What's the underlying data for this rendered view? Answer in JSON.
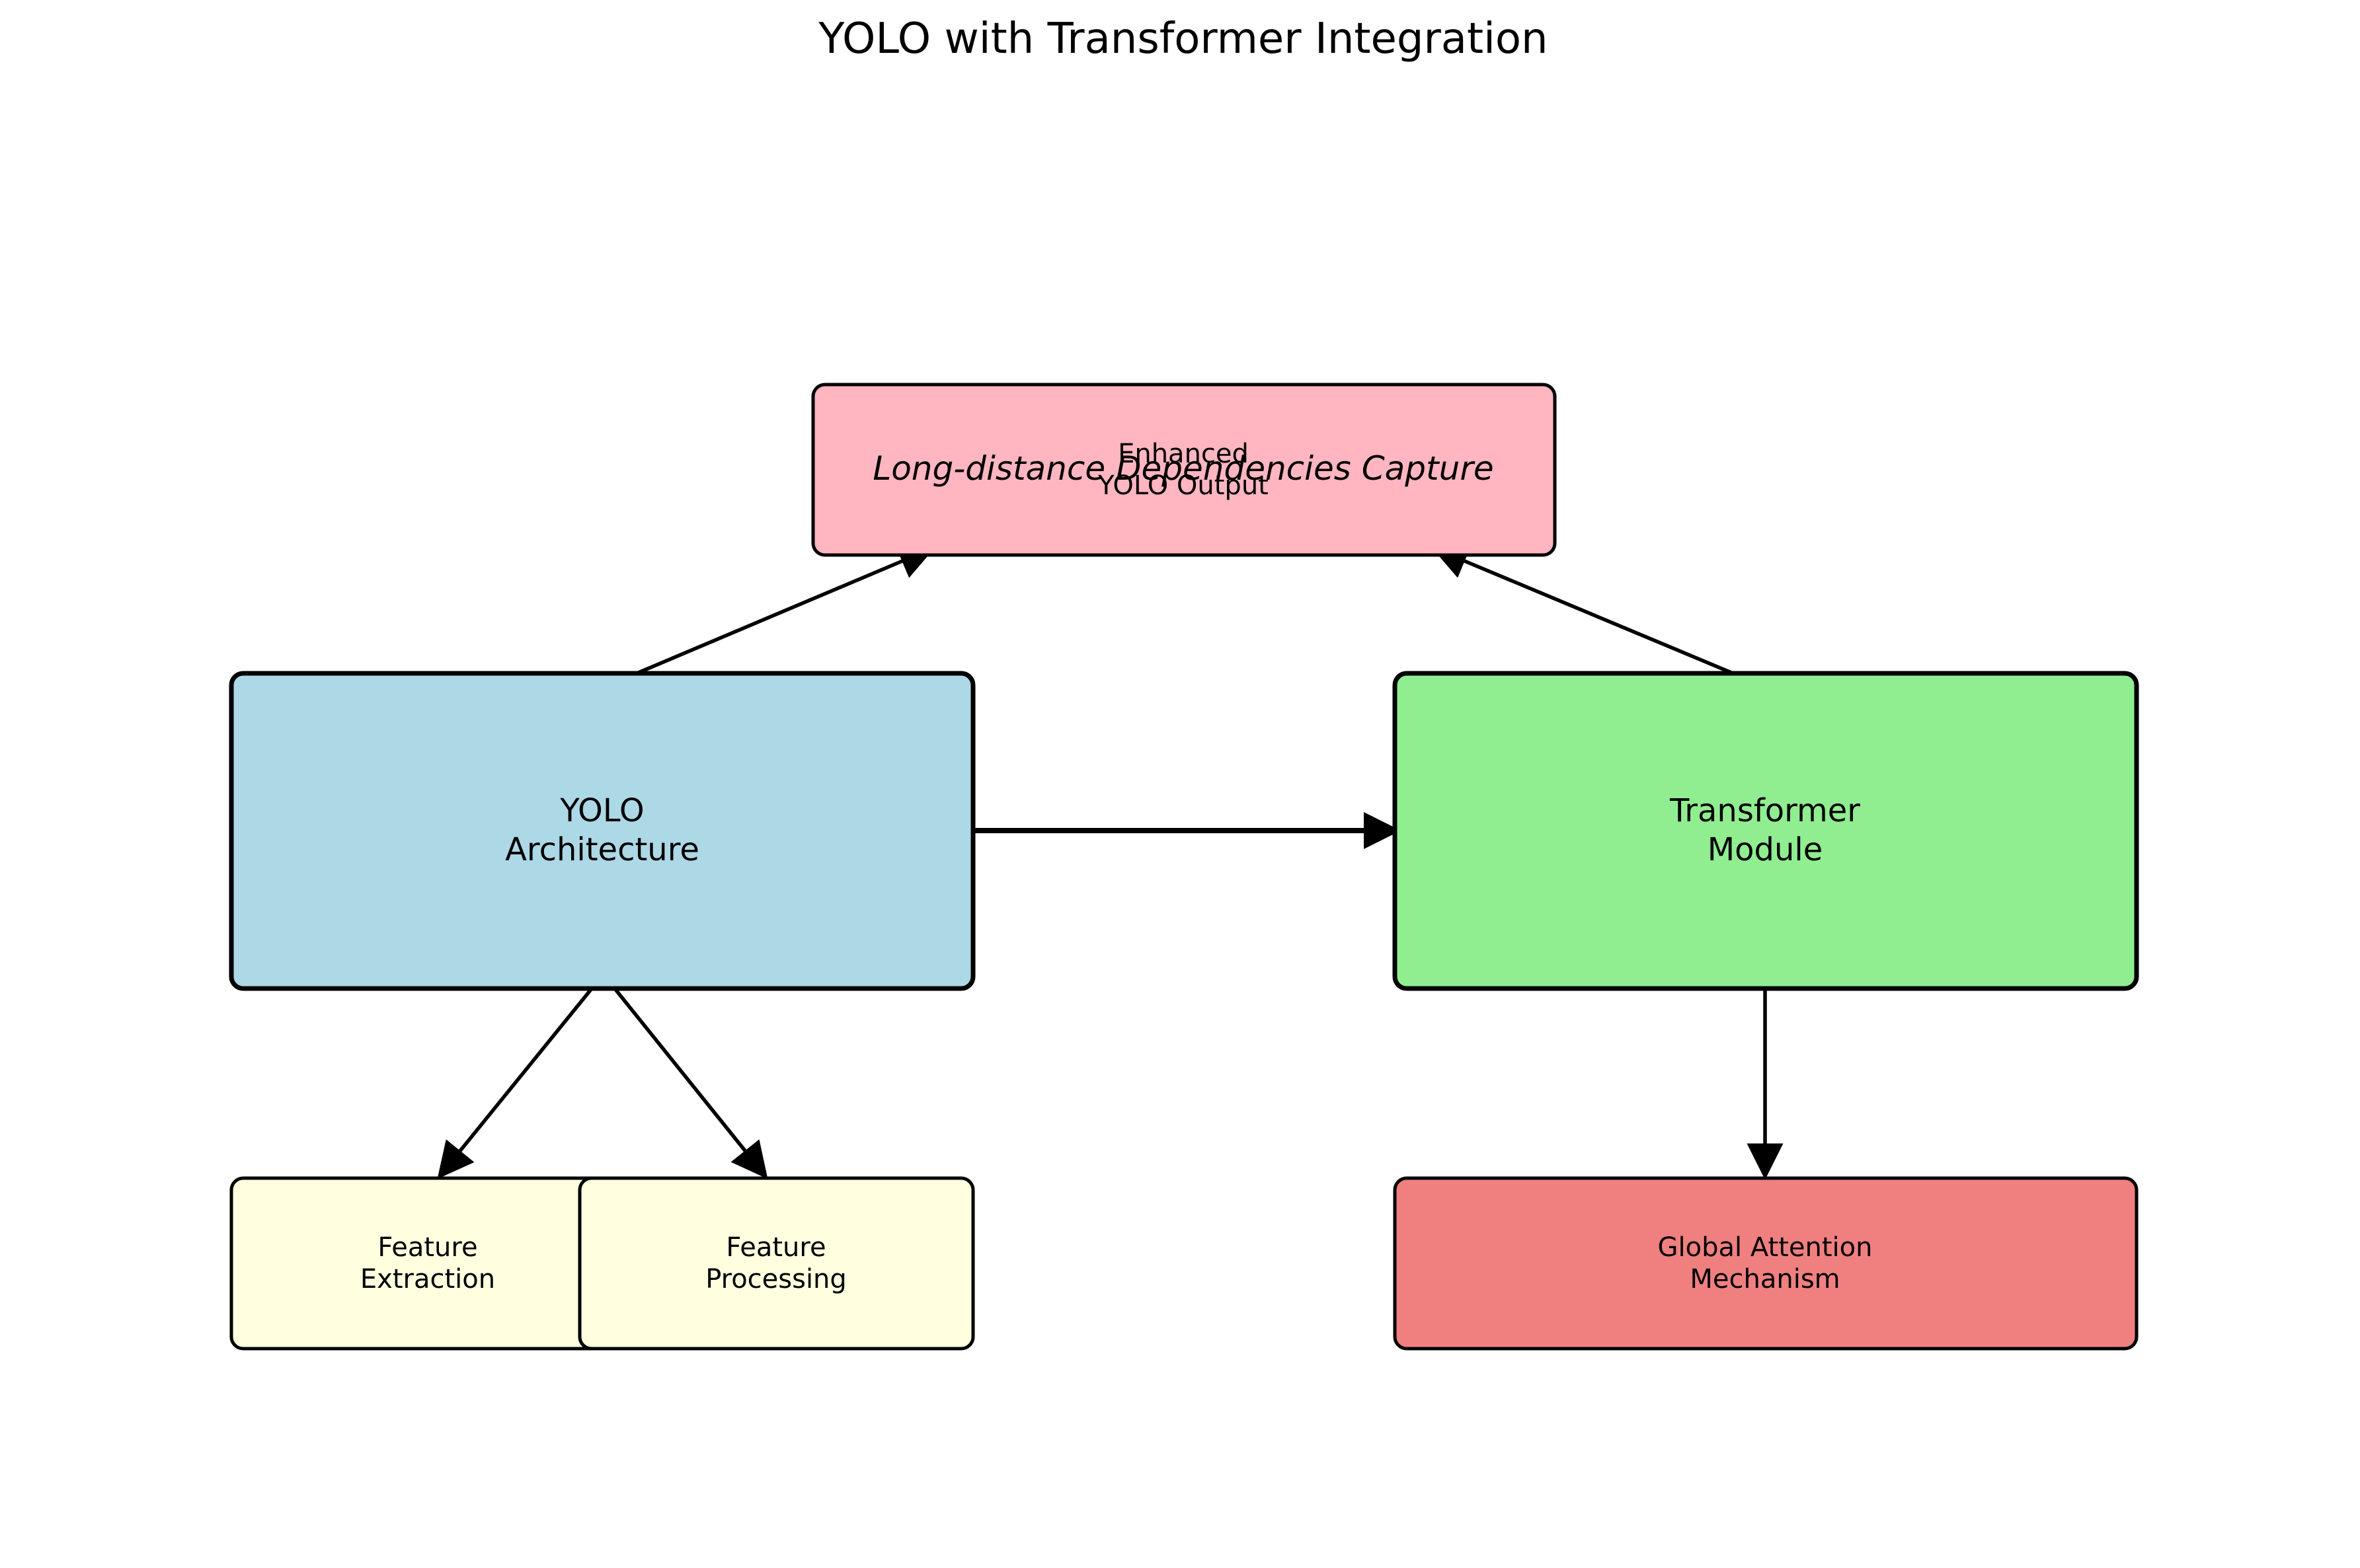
{
  "title": "YOLO with Transformer Integration",
  "colors": {
    "yolo_architecture": "#ADD8E6",
    "transformer_module": "#90EE90",
    "enhanced_output": "#FFB6C1",
    "feature_boxes": "#FFFFE0",
    "global_attention": "#F08080",
    "stroke": "#000000"
  },
  "nodes": {
    "enhanced_output": {
      "line1": "Enhanced",
      "line2": "YOLO Output"
    },
    "yolo_architecture": {
      "line1": "YOLO",
      "line2": "Architecture"
    },
    "transformer_module": {
      "line1": "Transformer",
      "line2": "Module"
    },
    "feature_extraction": {
      "line1": "Feature",
      "line2": "Extraction"
    },
    "feature_processing": {
      "line1": "Feature",
      "line2": "Processing"
    },
    "global_attention": {
      "line1": "Global Attention",
      "line2": "Mechanism"
    }
  },
  "annotation": "Long-distance Dependencies Capture",
  "edges": [
    {
      "from": "yolo_architecture",
      "to": "enhanced_output"
    },
    {
      "from": "transformer_module",
      "to": "enhanced_output"
    },
    {
      "from": "yolo_architecture",
      "to": "transformer_module"
    },
    {
      "from": "yolo_architecture",
      "to": "feature_extraction"
    },
    {
      "from": "yolo_architecture",
      "to": "feature_processing"
    },
    {
      "from": "transformer_module",
      "to": "global_attention"
    }
  ]
}
